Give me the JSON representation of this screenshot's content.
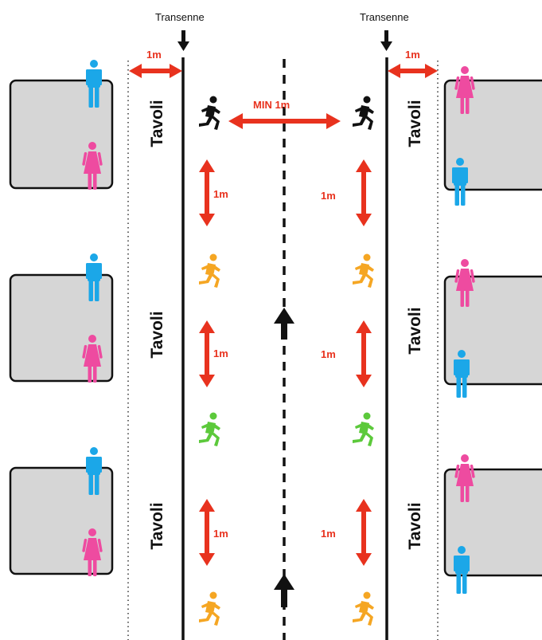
{
  "labels": {
    "transenne_left": "Transenne",
    "transenne_right": "Transenne",
    "tavoli": [
      "Tavoli",
      "Tavoli",
      "Tavoli",
      "Tavoli",
      "Tavoli",
      "Tavoli"
    ],
    "gap_left": "1m",
    "gap_right": "1m",
    "min_center": "MIN 1m",
    "spacing": [
      "1m",
      "1m",
      "1m",
      "1m",
      "1m",
      "1m"
    ]
  },
  "colors": {
    "arrow_red": "#e8321e",
    "male": "#1ba7e8",
    "female": "#ee4ba0",
    "runner_black": "#111111",
    "runner_orange": "#f5a623",
    "runner_green": "#5cc93b",
    "table_fill": "#d6d6d6"
  },
  "icons": {
    "diner_male": "male-person-icon",
    "diner_female": "female-person-icon",
    "walker": "running-person-icon",
    "direction": "up-arrow-icon",
    "transenne_marker": "down-arrow-icon"
  }
}
